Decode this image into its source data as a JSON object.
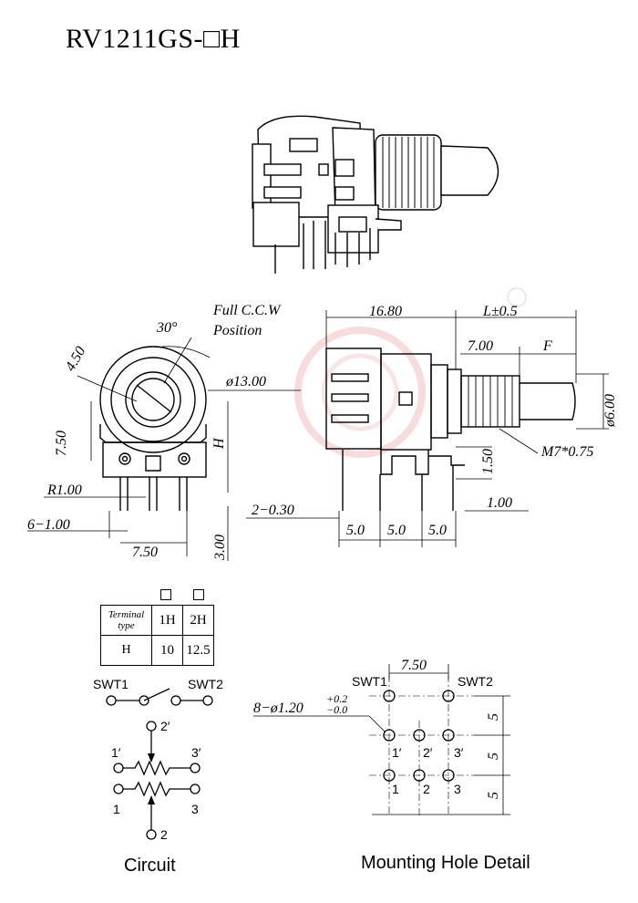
{
  "title": "RV1211GS-□H",
  "front_view": {
    "angle": "30°",
    "rotation_note_line1": "Full C.C.W",
    "rotation_note_line2": "Position",
    "dia": "ø13.00",
    "d450": "4.50",
    "d750": "7.50",
    "h": "H",
    "r100": "R1.00",
    "pins": "6−1.00",
    "pitch": "7.50",
    "d300": "3.00"
  },
  "side_view": {
    "d1680": "16.80",
    "l": "L±0.5",
    "d700": "7.00",
    "f": "F",
    "d600": "ø6.00",
    "thread": "M7*0.75",
    "d150": "1.50",
    "d100": "1.00",
    "tab": "2−0.30",
    "p1": "5.0",
    "p2": "5.0",
    "p3": "5.0"
  },
  "table": {
    "header": "Terminal type",
    "col1": "1H",
    "col2": "2H",
    "row_label": "H",
    "val1": "10",
    "val2": "12.5"
  },
  "circuit": {
    "caption": "Circuit",
    "swt1": "SWT1",
    "swt2": "SWT2",
    "p2p": "2′",
    "p1p": "1′",
    "p3p": "3′",
    "p1": "1",
    "p3": "3",
    "p2": "2"
  },
  "mounting": {
    "caption": "Mounting Hole Detail",
    "swt1": "SWT1",
    "swt2": "SWT2",
    "pitch": "7.50",
    "holes": "8−ø1.20",
    "tol_plus": "+0.2",
    "tol_minus": "−0.0",
    "v1": "5",
    "v2": "5",
    "v3": "5",
    "p1p": "1′",
    "p2p": "2′",
    "p3p": "3′",
    "p1": "1",
    "p2": "2",
    "p3": "3"
  }
}
